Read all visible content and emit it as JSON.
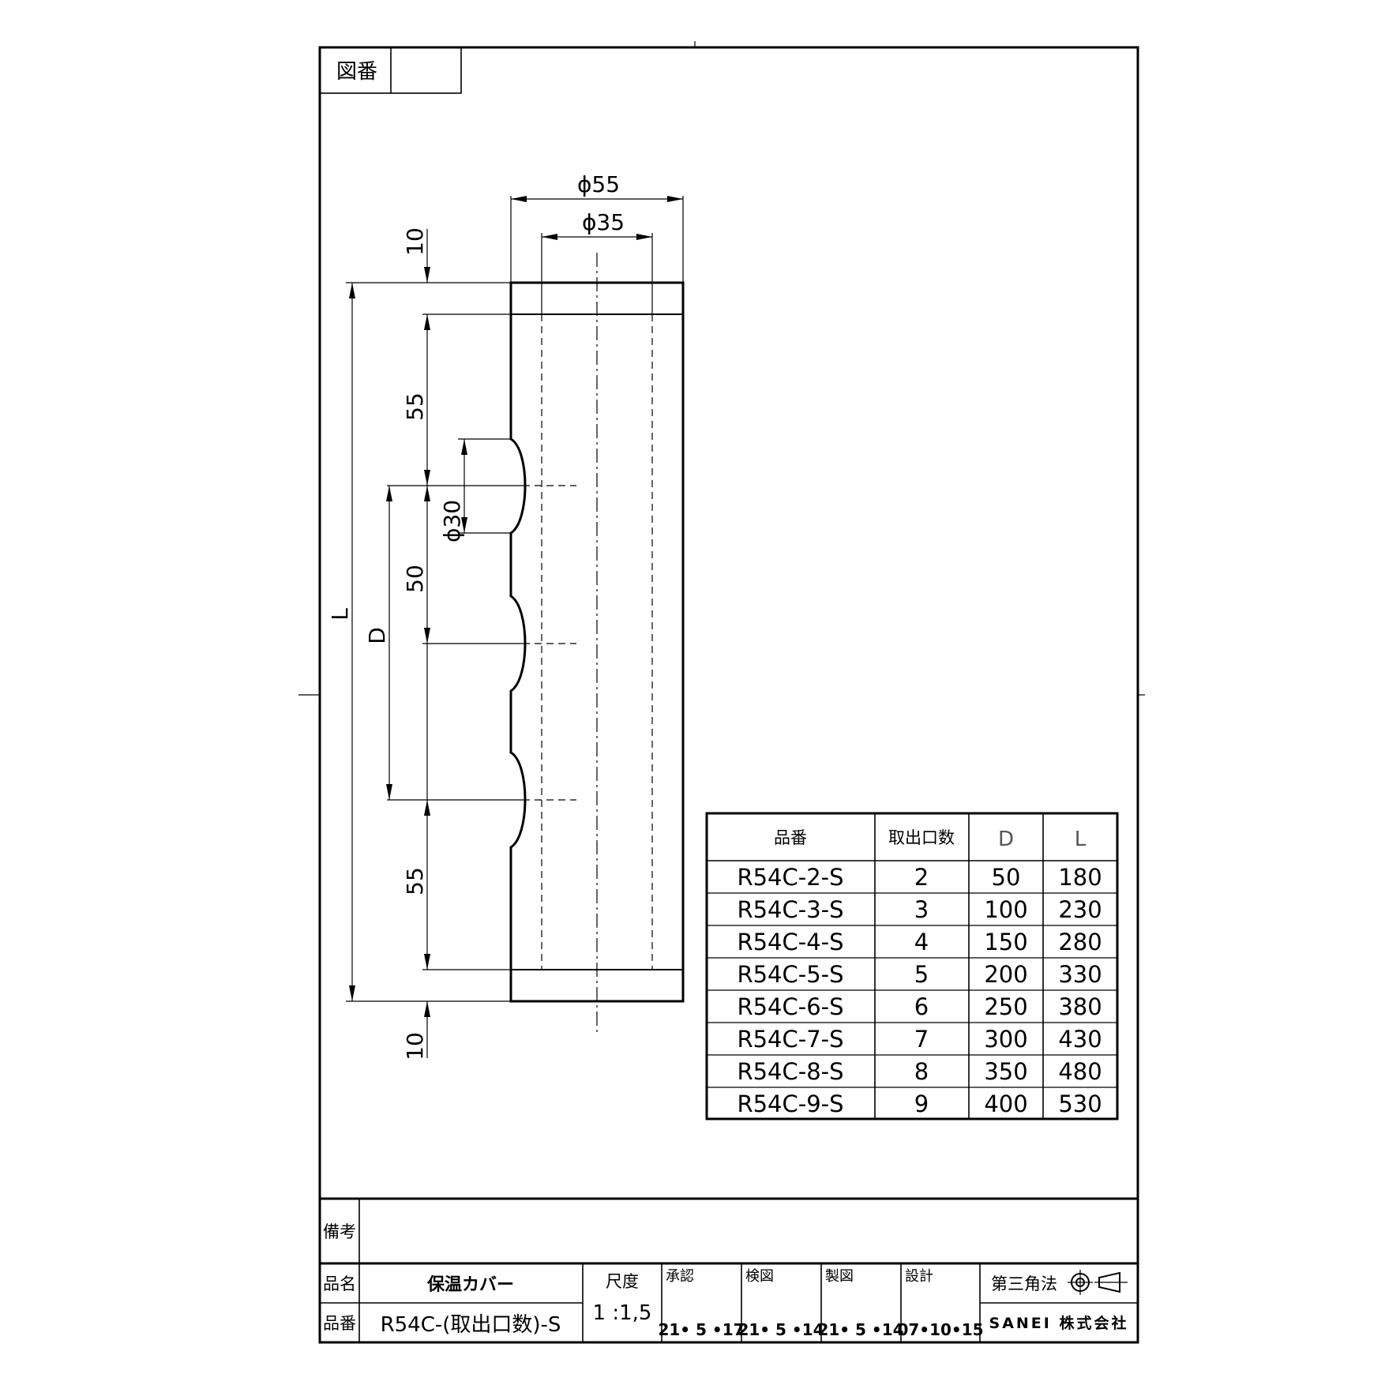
{
  "drawing_no_label": "図番",
  "drawing_no_value": "",
  "dimensions": {
    "outer_diameter": "ϕ55",
    "inner_diameter": "ϕ35",
    "port_diameter": "ϕ30",
    "end_top": "10",
    "first_segment": "55",
    "pitch": "50",
    "last_segment": "55",
    "end_bottom": "10",
    "overall": "L",
    "span": "D"
  },
  "spec_table": {
    "headers": [
      "品番",
      "取出口数",
      "D",
      "L"
    ],
    "rows": [
      [
        "R54C-2-S",
        "2",
        "50",
        "180"
      ],
      [
        "R54C-3-S",
        "3",
        "100",
        "230"
      ],
      [
        "R54C-4-S",
        "4",
        "150",
        "280"
      ],
      [
        "R54C-5-S",
        "5",
        "200",
        "330"
      ],
      [
        "R54C-6-S",
        "6",
        "250",
        "380"
      ],
      [
        "R54C-7-S",
        "7",
        "300",
        "430"
      ],
      [
        "R54C-8-S",
        "8",
        "350",
        "480"
      ],
      [
        "R54C-9-S",
        "9",
        "400",
        "530"
      ]
    ]
  },
  "title_block": {
    "remarks_label": "備考",
    "name_label": "品名",
    "name_value": "保温カバー",
    "part_label": "品番",
    "part_value": "R54C-(取出口数)-S",
    "scale_label": "尺度",
    "scale_value": "1 :1,5",
    "approval_label": "承認",
    "approval_date": "21• 5 •17",
    "check_label": "検図",
    "check_date": "21• 5 •14",
    "draw_label": "製図",
    "draw_date": "21• 5 •14",
    "design_label": "設計",
    "design_date": "07•10•15",
    "projection": "第三角法",
    "company": "SANEI 株式会社"
  }
}
